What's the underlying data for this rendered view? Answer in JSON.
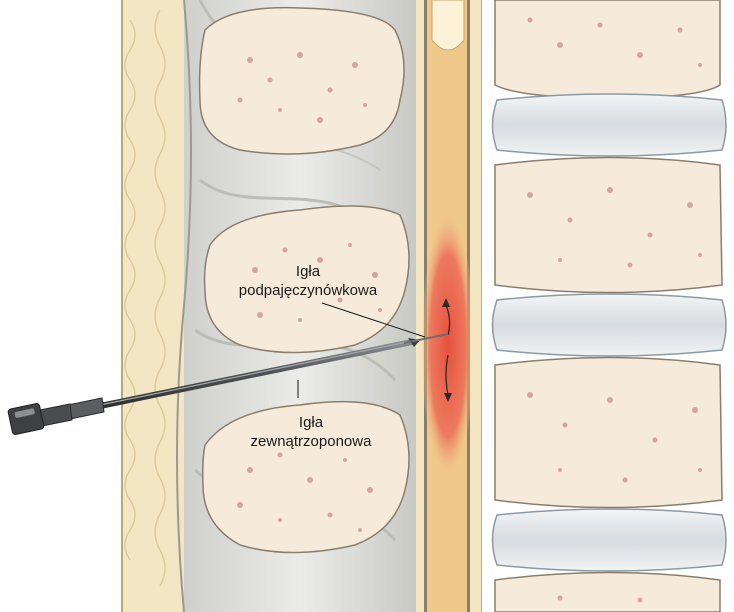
{
  "labels": {
    "spinal_needle": [
      "Igła",
      "podpajęczynówkowa"
    ],
    "epidural_needle": [
      "Igła",
      "zewnątrzoponowa"
    ]
  },
  "colors": {
    "background": "#ffffff",
    "fat_layer": "#f3e6c2",
    "bone": "#f6eadb",
    "bone_spots": "#c98f8a",
    "ligament": "#dcdcd8",
    "dura_canal": "#efc98c",
    "csf_red": "#e85a45",
    "disc": "#dfe3e6",
    "needle": "#5f6063"
  },
  "icons": [
    "needle-hub-icon",
    "arrow-up-icon",
    "arrow-down-icon"
  ]
}
